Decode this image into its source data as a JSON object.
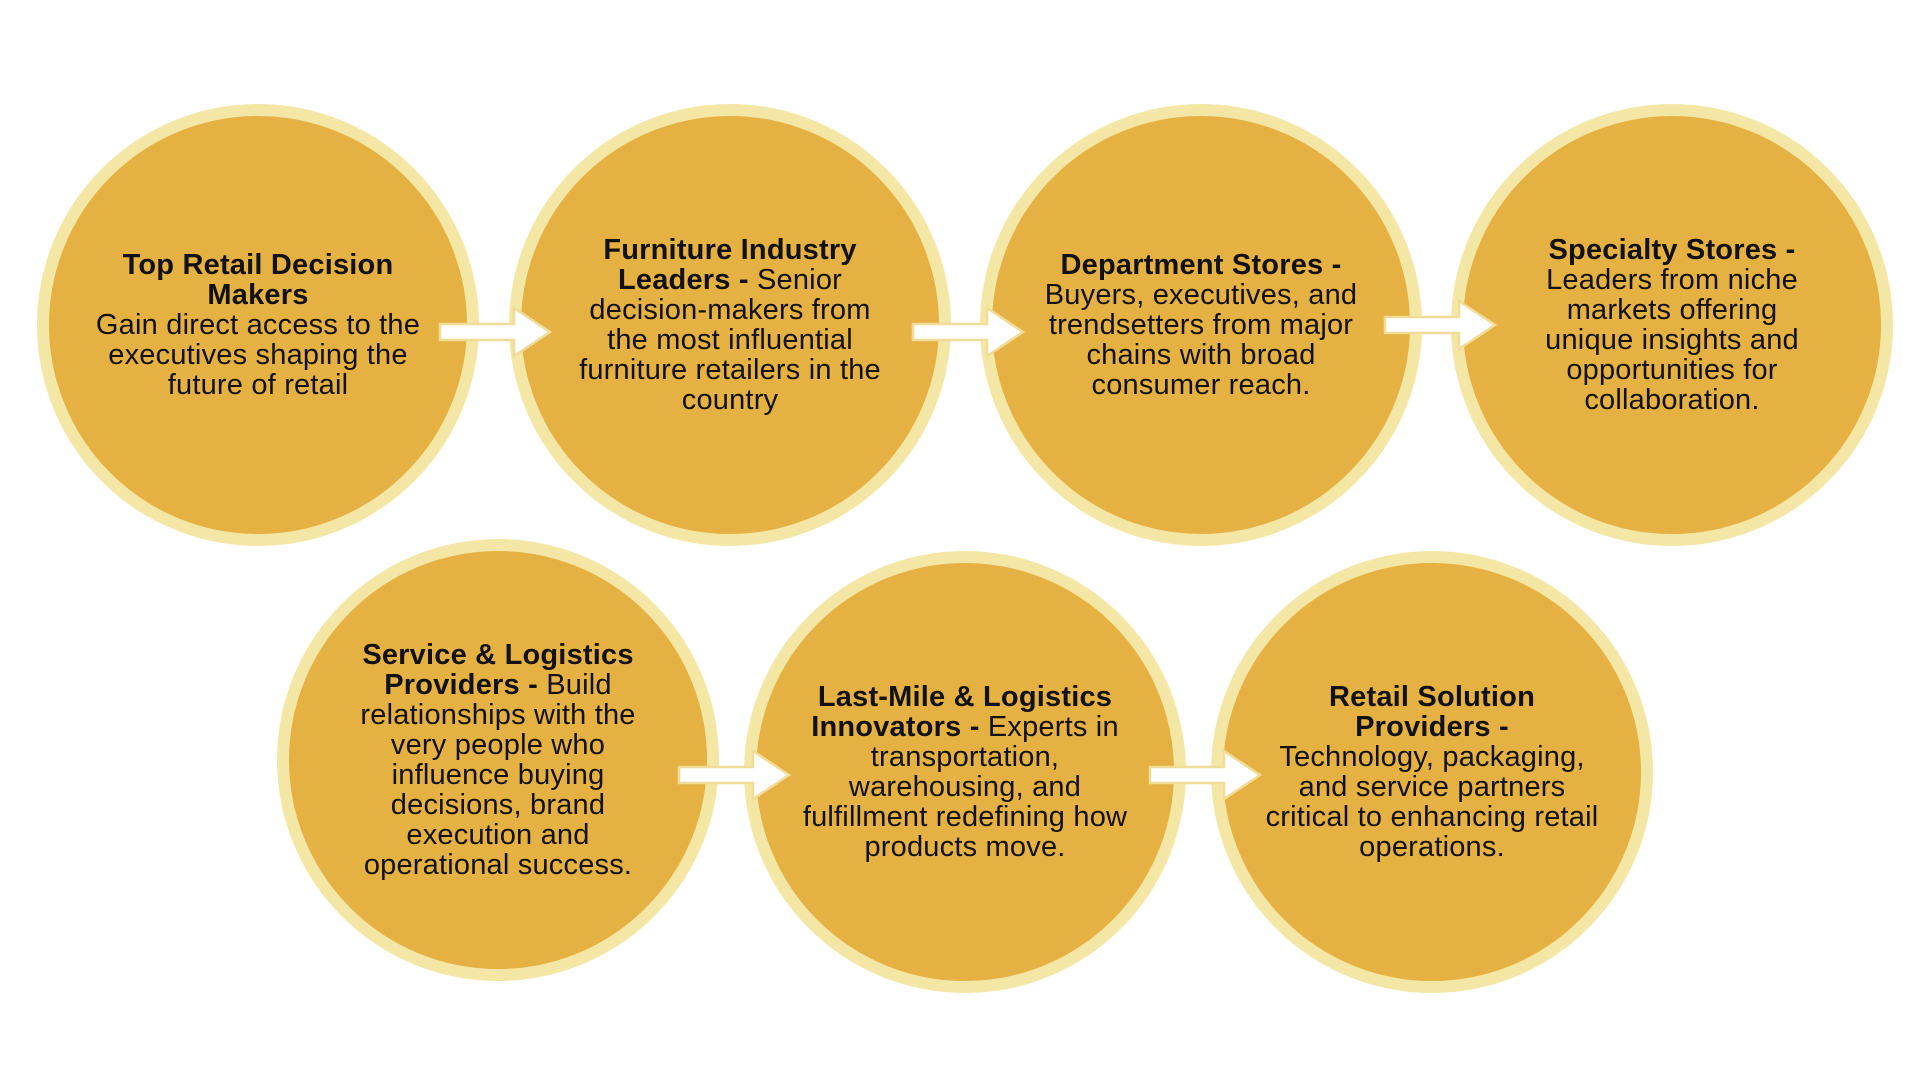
{
  "colors": {
    "circle_fill": "#e6b143",
    "circle_ring": "#f4e7a6",
    "arrow_fill": "#ffffff",
    "arrow_stroke": "#f0dc97",
    "text": "#111111"
  },
  "nodes": [
    {
      "title": "Top Retail Decision Makers",
      "desc": "Gain direct access to the executives shaping the future of retail"
    },
    {
      "title": "Furniture Industry Leaders - ",
      "desc": "Senior decision-makers from the most influential furniture retailers in the country"
    },
    {
      "title": "Department Stores - ",
      "desc": "Buyers, executives, and trendsetters from major chains with broad consumer reach."
    },
    {
      "title": "Specialty Stores - ",
      "desc": "Leaders from niche markets offering unique insights and opportunities for collaboration."
    },
    {
      "title": "Service & Logistics Providers - ",
      "desc": "Build relationships with the very people who influence buying decisions, brand execution and operational success."
    },
    {
      "title": "Last-Mile & Logistics Innovators - ",
      "desc": "Experts in transportation, warehousing, and fulfillment redefining how products move."
    },
    {
      "title": "Retail Solution Providers - ",
      "desc": "Technology, packaging, and service partners critical to enhancing retail operations."
    }
  ],
  "arrows": [
    {
      "from": 0,
      "to": 1
    },
    {
      "from": 1,
      "to": 2
    },
    {
      "from": 2,
      "to": 3
    },
    {
      "from": 4,
      "to": 5
    },
    {
      "from": 5,
      "to": 6
    }
  ],
  "icons": {
    "connector": "arrow-right-icon"
  }
}
